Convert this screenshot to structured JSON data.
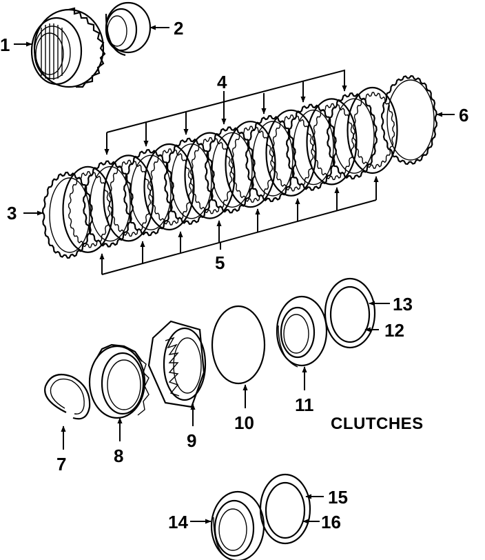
{
  "diagram": {
    "title": "CLUTCHES",
    "callouts": [
      "1",
      "2",
      "3",
      "4",
      "5",
      "6",
      "7",
      "8",
      "9",
      "10",
      "11",
      "12",
      "13",
      "14",
      "15",
      "16"
    ],
    "colors": {
      "ink": "#000000",
      "paper": "#ffffff"
    }
  }
}
